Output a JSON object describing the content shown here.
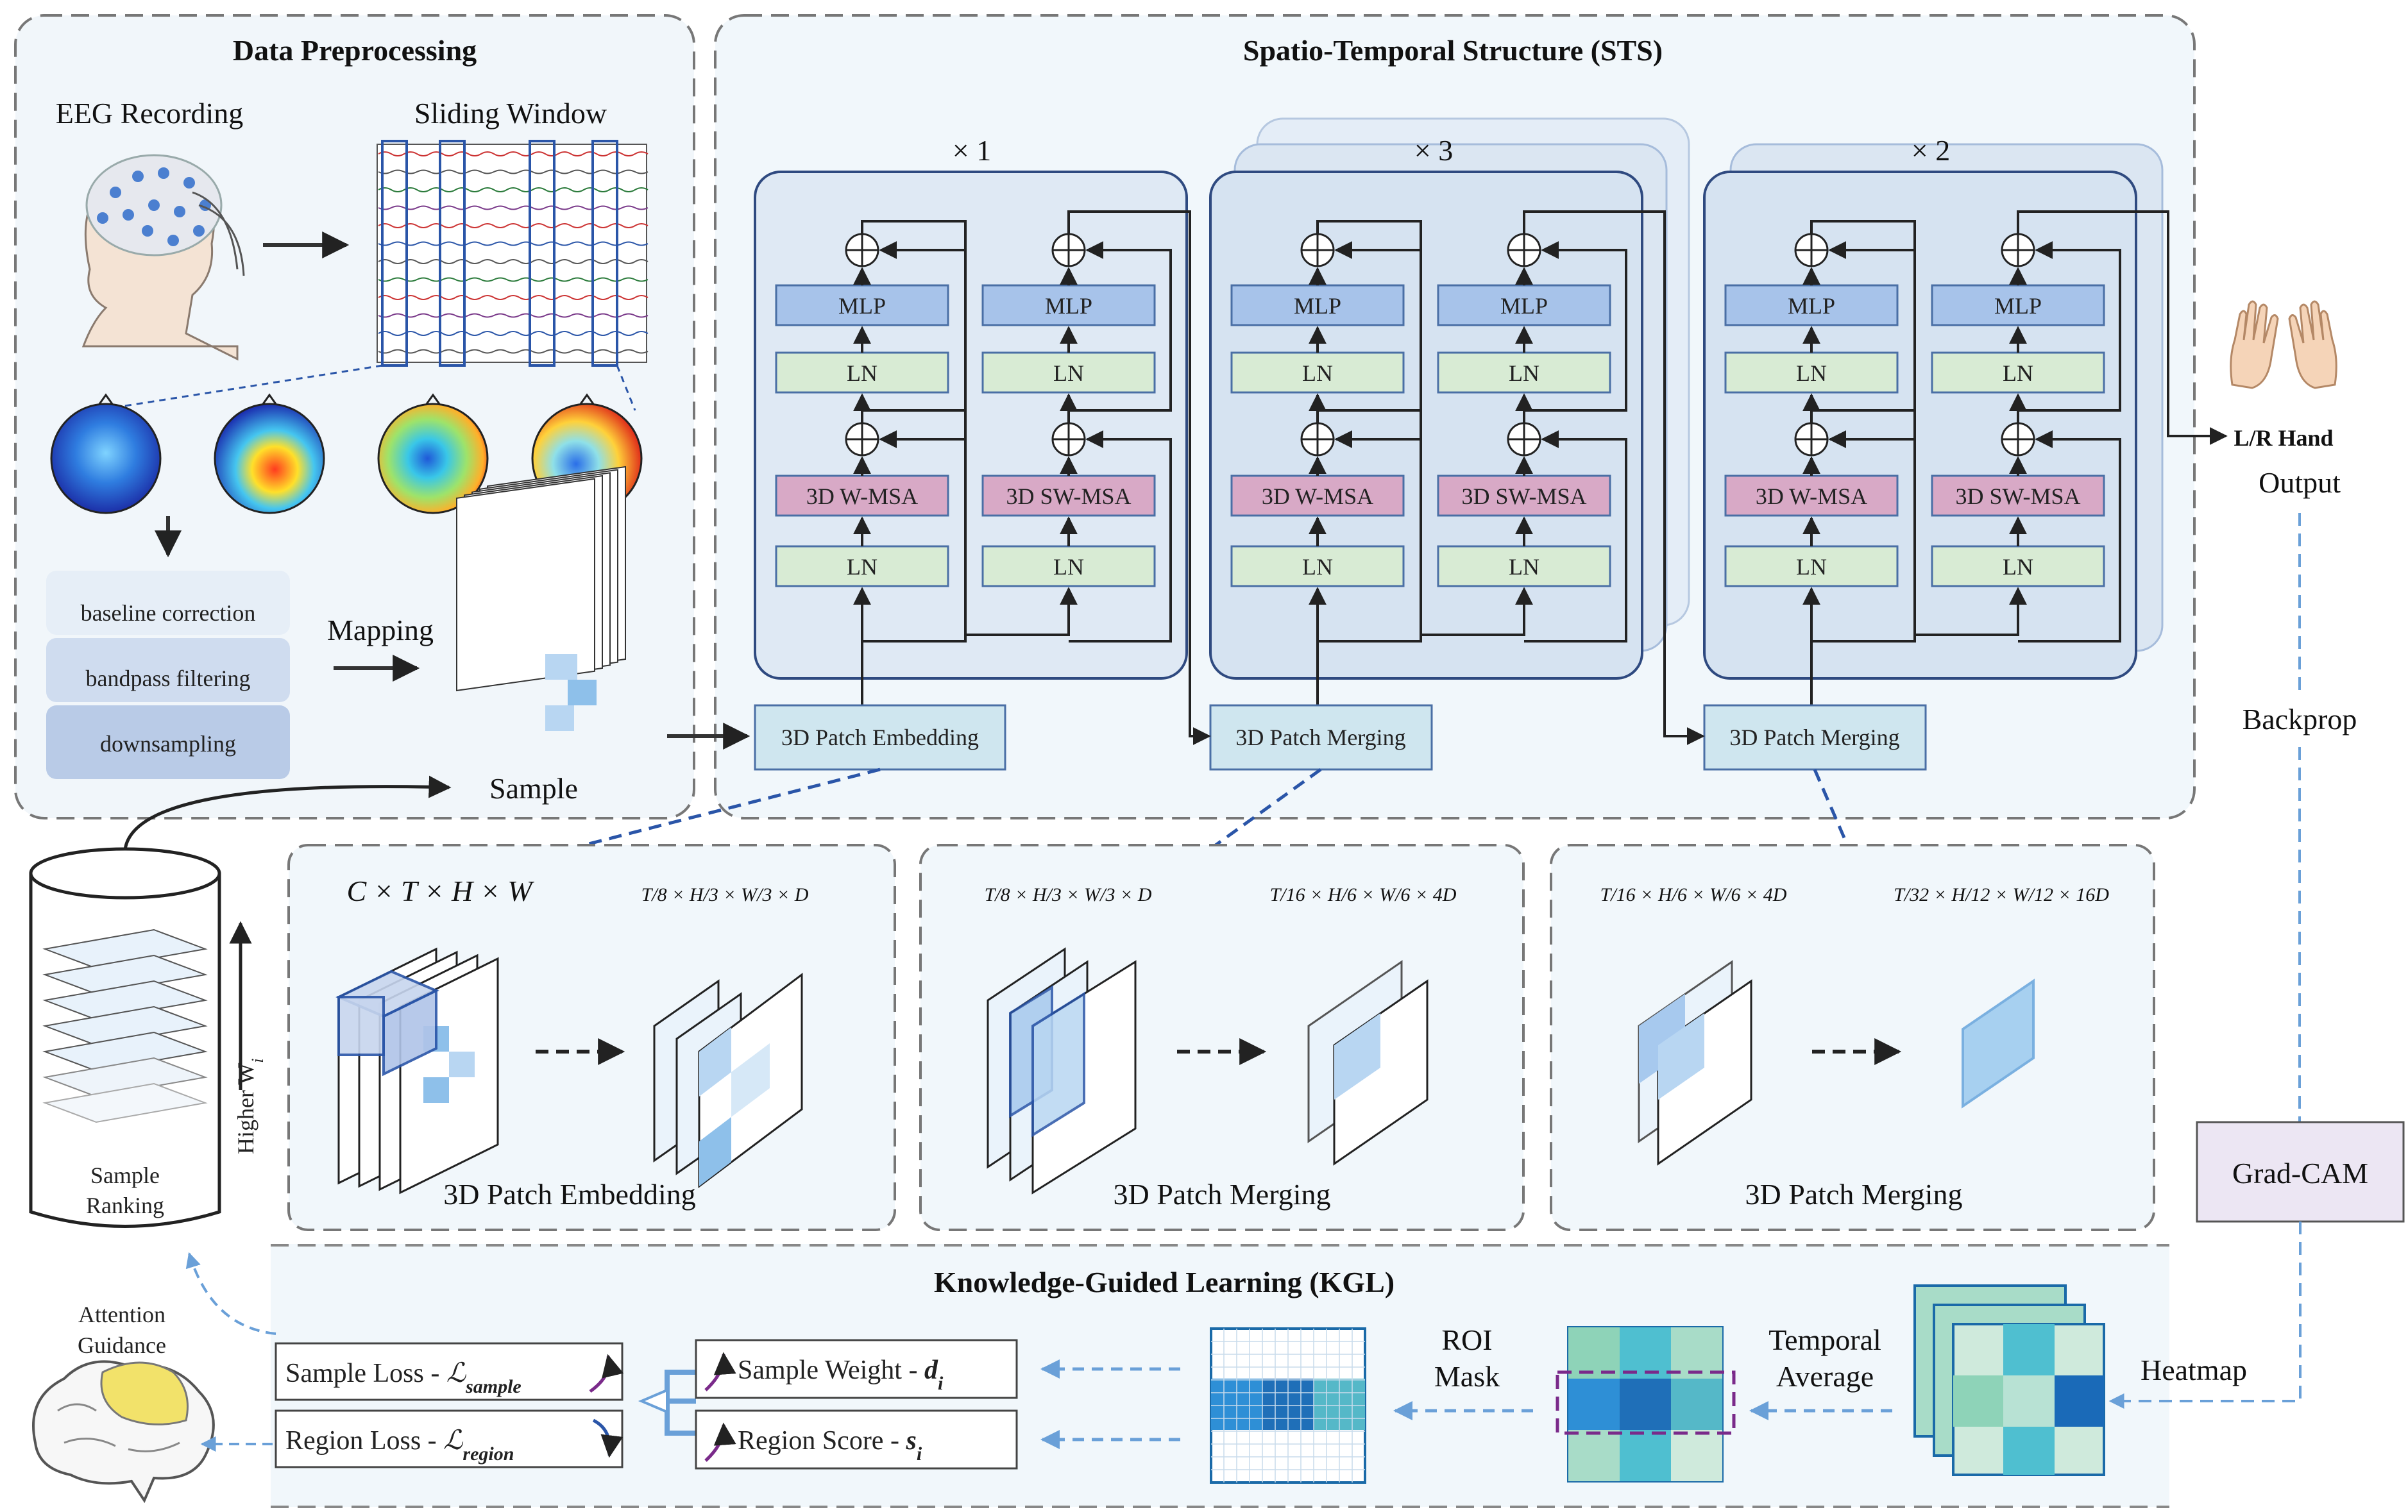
{
  "sections": {
    "data_preprocessing": "Data Preprocessing",
    "sts": "Spatio-Temporal Structure (STS)",
    "kgl": "Knowledge-Guided Learning (KGL)"
  },
  "preprocessing": {
    "eeg_recording": "EEG Recording",
    "sliding_window": "Sliding Window",
    "steps": [
      "baseline correction",
      "bandpass filtering",
      "downsampling"
    ],
    "mapping": "Mapping",
    "sample": "Sample"
  },
  "stages": [
    {
      "repeat": "× 1",
      "merge_label": "3D Patch Embedding"
    },
    {
      "repeat": "× 3",
      "merge_label": "3D Patch Merging"
    },
    {
      "repeat": "× 2",
      "merge_label": "3D Patch Merging"
    }
  ],
  "block": {
    "mlp": "MLP",
    "ln": "LN",
    "wmsa": "3D W-MSA",
    "swmsa": "3D SW-MSA",
    "plus": "+"
  },
  "output": {
    "hand": "L/R Hand",
    "output": "Output",
    "backprop": "Backprop",
    "gradcam": "Grad-CAM"
  },
  "ranking": {
    "sample_ranking_1": "Sample",
    "sample_ranking_2": "Ranking",
    "higher_w": "Higher W",
    "higher_w_sub": "i"
  },
  "patch_panels": [
    {
      "title": "3D Patch Embedding",
      "dim_in": "C × T × H × W",
      "dim_out": "T/8 × H/3 × W/3 × D"
    },
    {
      "title": "3D Patch Merging",
      "dim_in": "T/8 × H/3 × W/3 × D",
      "dim_out": "T/16 × H/6 × W/6 × 4D"
    },
    {
      "title": "3D Patch Merging",
      "dim_in": "T/16 × H/6 × W/6 × 4D",
      "dim_out": "T/32 × H/12 × W/12 × 16D"
    }
  ],
  "kgl": {
    "attention_1": "Attention",
    "attention_2": "Guidance",
    "sample_loss": "Sample Loss - ",
    "sample_loss_sym": "ℒ",
    "sample_loss_sub": "sample",
    "region_loss": "Region  Loss - ",
    "region_loss_sym": "ℒ",
    "region_loss_sub": "region",
    "sample_weight": "Sample Weight - ",
    "sample_weight_sym": "d",
    "sample_weight_sub": "i",
    "region_score": "Region  Score - ",
    "region_score_sym": "s",
    "region_score_sub": "i",
    "roi_1": "ROI",
    "roi_2": "Mask",
    "temporal_1": "Temporal",
    "temporal_2": "Average",
    "heatmap": "Heatmap"
  },
  "colors": {
    "mlp": "#a7c3ea",
    "ln": "#d8ebd4",
    "msa": "#d8a9c6",
    "patch": "#cfe6ef",
    "panel_fill": "#f1f7fb",
    "heat_blue": "#2e8fd6",
    "heat_green": "#8ed3b8"
  }
}
